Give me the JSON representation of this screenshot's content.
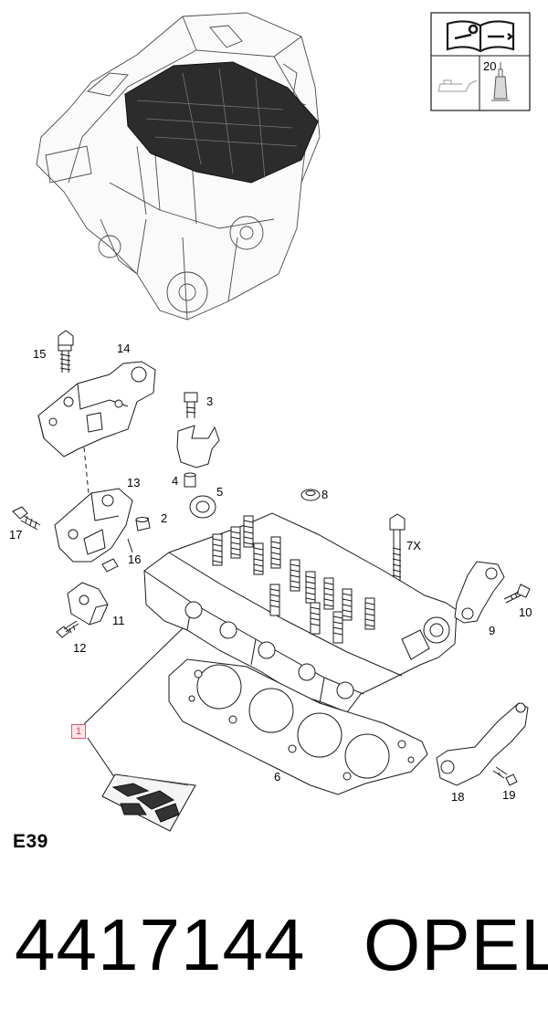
{
  "section_code": "E39",
  "part_number": "4417144",
  "brand": "OPEL",
  "service_box": {
    "quantity_label": "20",
    "icons": [
      "repair-manual-icon",
      "oil-can-icon",
      "sealant-tube-icon"
    ]
  },
  "callouts": [
    "15",
    "14",
    "3",
    "4",
    "5",
    "13",
    "2",
    "8",
    "17",
    "16",
    "7X",
    "10",
    "11",
    "9",
    "12",
    "1",
    "6",
    "18",
    "19"
  ]
}
